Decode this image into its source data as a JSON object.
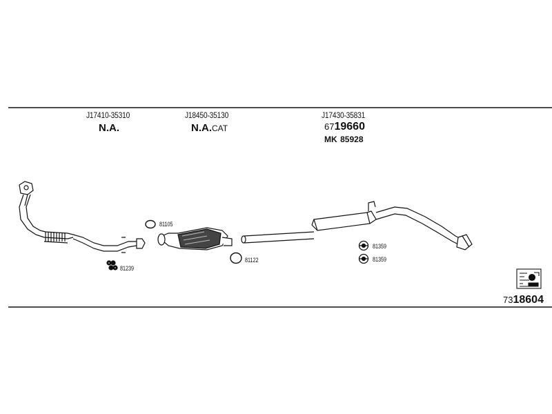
{
  "header": {
    "col1": {
      "part": "J17410-35310",
      "type": "N.A."
    },
    "col2": {
      "part": "J18450-35130",
      "type_main": "N.A.",
      "type_suffix": "CAT"
    },
    "col3": {
      "part": "J17430-35831",
      "num_prefix": "67",
      "num_main": "19660",
      "mk_label": "MK",
      "mk_num": "85928"
    }
  },
  "parts": {
    "gasket_1": "81239",
    "ring_1": "81105",
    "ring_2": "81122",
    "mount_1": "81359",
    "mount_2": "81359"
  },
  "footer": {
    "prefix": "73",
    "main": "18604"
  }
}
